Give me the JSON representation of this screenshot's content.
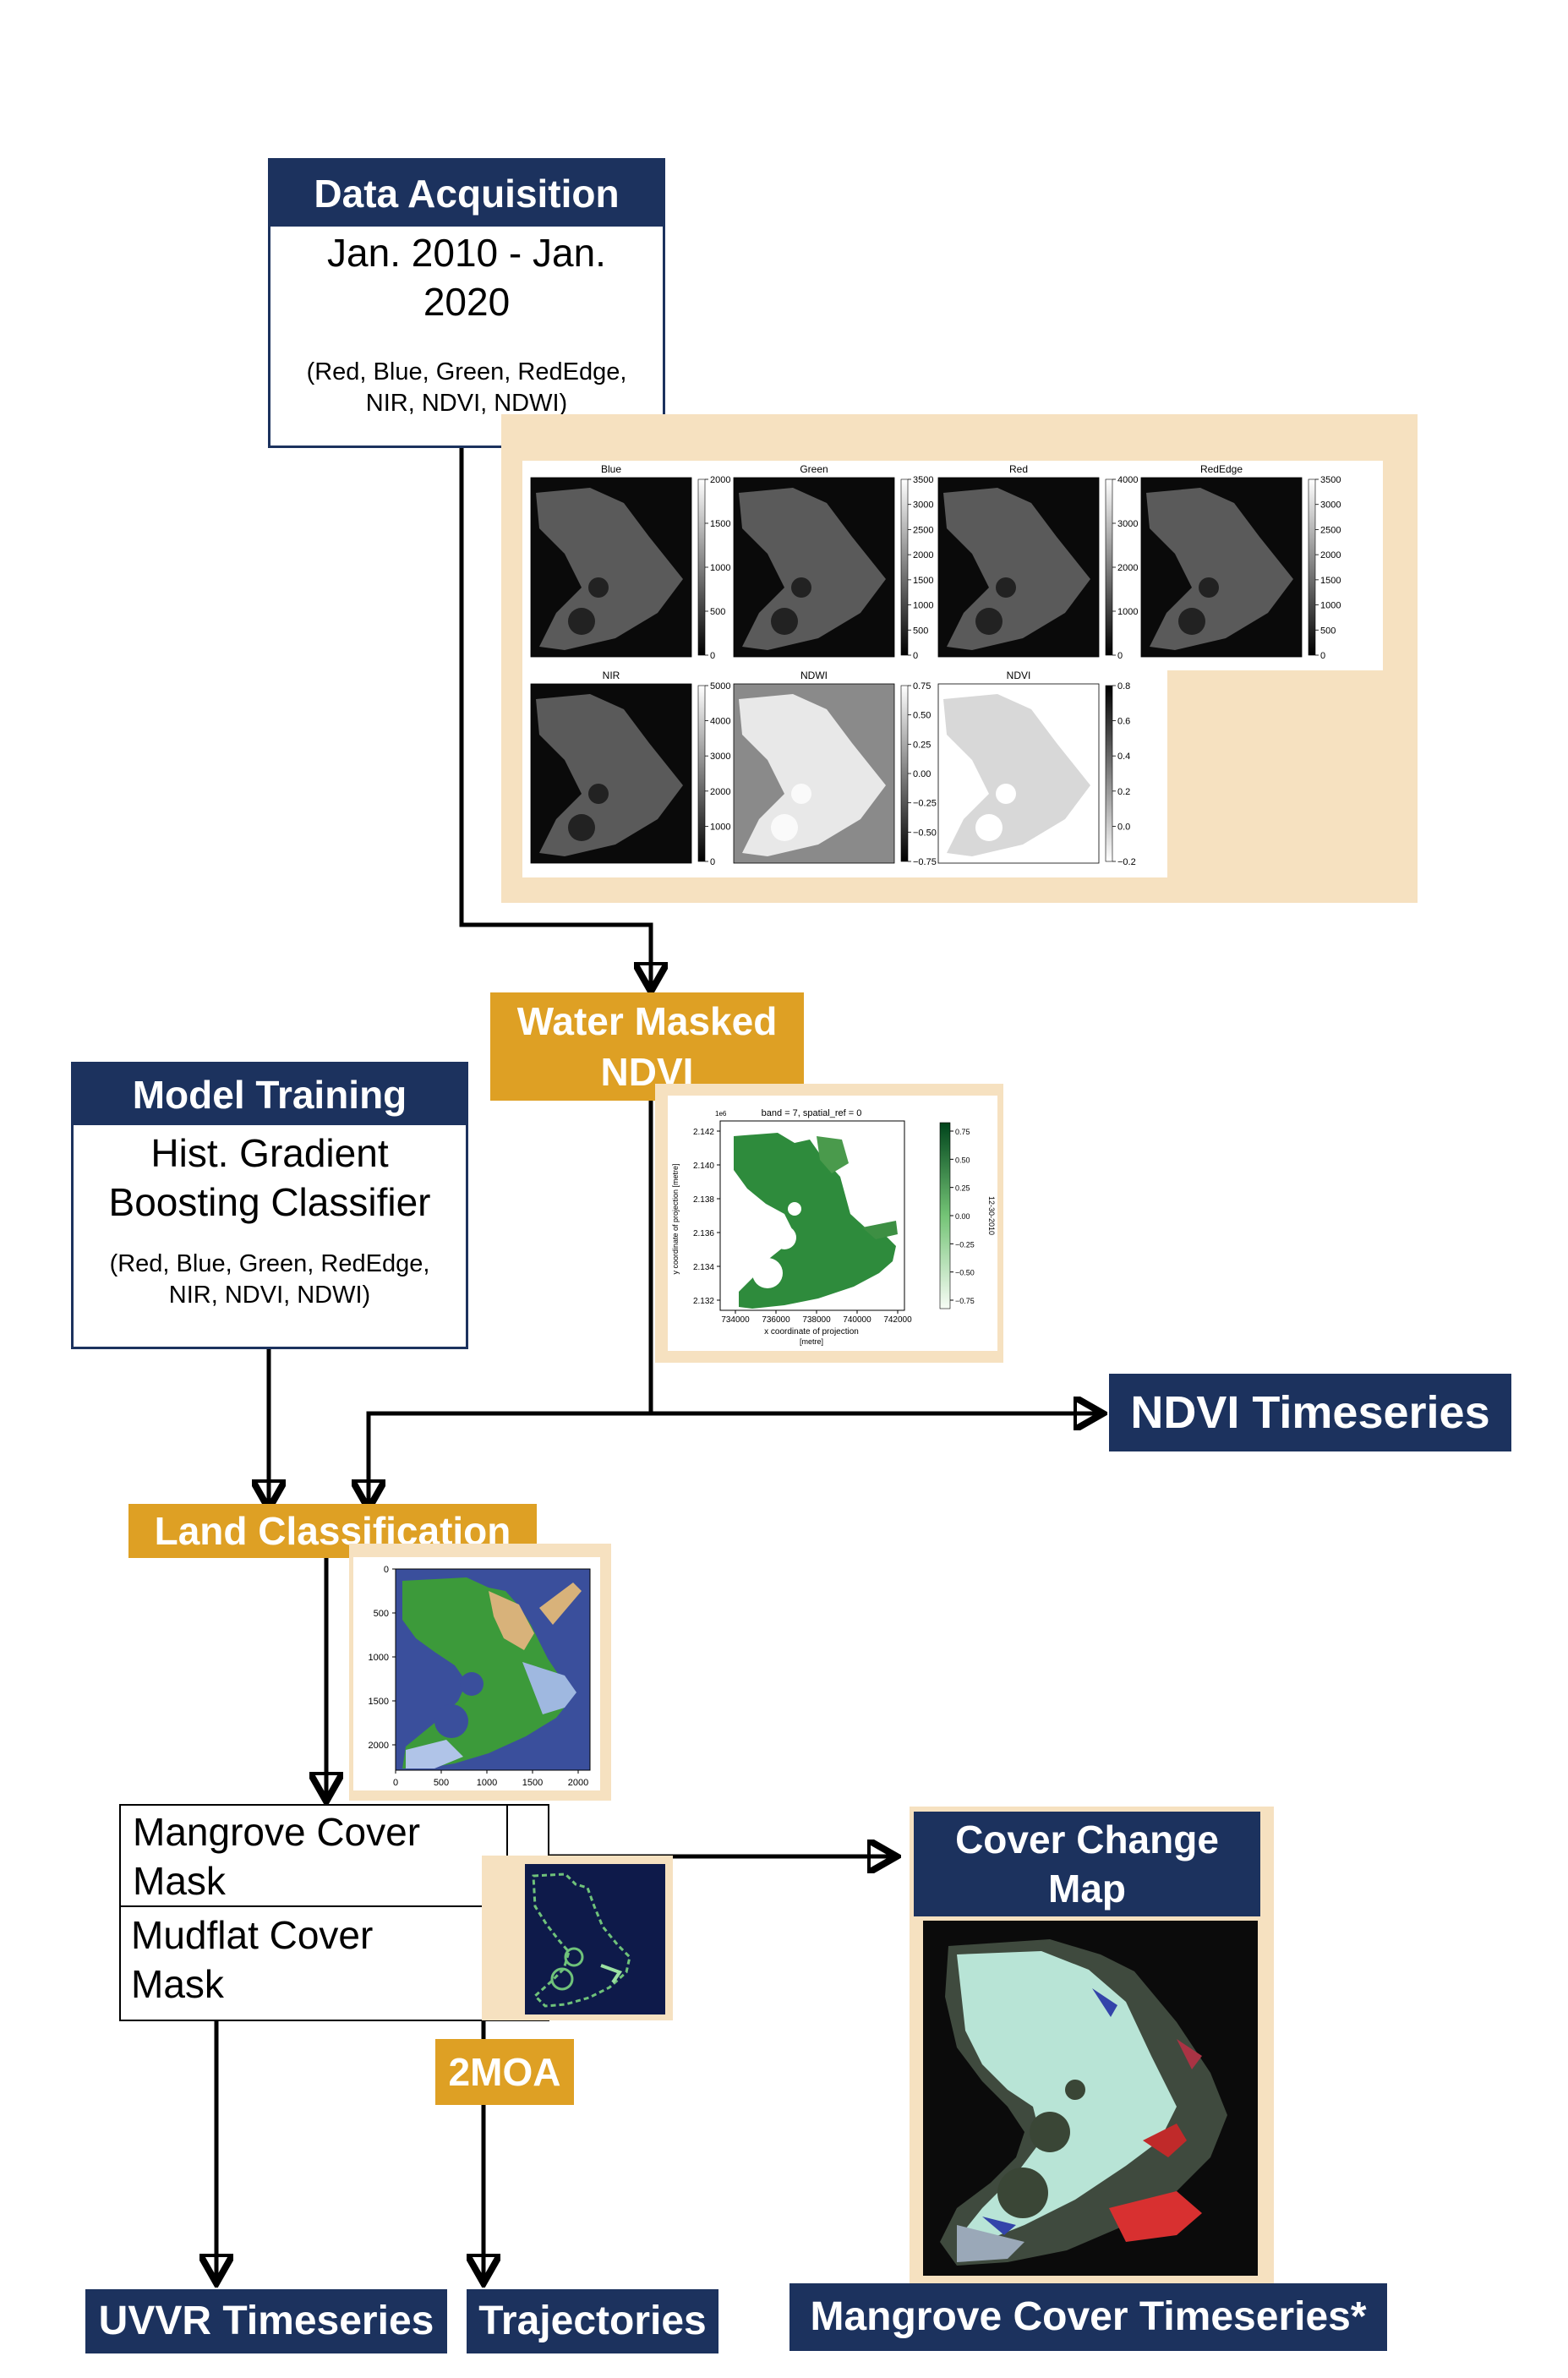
{
  "colors": {
    "navy": "#1c325e",
    "gold": "#dea024",
    "beige": "#f6e1c0"
  },
  "data_acquisition": {
    "header": "Data Acquisition",
    "line1": "Jan. 2010 - Jan.",
    "line2": "2020",
    "bands1": "(Red, Blue, Green, RedEdge,",
    "bands2": "NIR, NDVI, NDWI)"
  },
  "band_panels": [
    {
      "title": "Blue",
      "ticks": [
        "2000",
        "1500",
        "1000",
        "500",
        "0"
      ]
    },
    {
      "title": "Green",
      "ticks": [
        "3500",
        "3000",
        "2500",
        "2000",
        "1500",
        "1000",
        "500",
        "0"
      ]
    },
    {
      "title": "Red",
      "ticks": [
        "4000",
        "3000",
        "2000",
        "1000",
        "0"
      ]
    },
    {
      "title": "RedEdge",
      "ticks": [
        "3500",
        "3000",
        "2500",
        "2000",
        "1500",
        "1000",
        "500",
        "0"
      ]
    },
    {
      "title": "NIR",
      "ticks": [
        "5000",
        "4000",
        "3000",
        "2000",
        "1000",
        "0"
      ]
    },
    {
      "title": "NDWI",
      "ticks": [
        "0.75",
        "0.50",
        "0.25",
        "0.00",
        "−0.25",
        "−0.50",
        "−0.75"
      ]
    },
    {
      "title": "NDVI",
      "ticks": [
        "0.8",
        "0.6",
        "0.4",
        "0.2",
        "0.0",
        "−0.2"
      ]
    }
  ],
  "water_masked": {
    "line1": "Water Masked",
    "line2": "NDVI"
  },
  "ndvi_plot": {
    "title": "band = 7, spatial_ref = 0",
    "offset": "1e6",
    "yticks": [
      "2.142",
      "2.140",
      "2.138",
      "2.136",
      "2.134",
      "2.132"
    ],
    "xticks": [
      "734000",
      "736000",
      "738000",
      "740000",
      "742000"
    ],
    "xlabel1": "x coordinate of projection",
    "xlabel2": "[metre]",
    "ylabel": "y coordinate of projection [metre]",
    "cticks": [
      "0.75",
      "0.50",
      "0.25",
      "0.00",
      "−0.25",
      "−0.50",
      "−0.75"
    ],
    "clabel": "12-30-2010"
  },
  "model_training": {
    "header": "Model Training",
    "line1": "Hist. Gradient",
    "line2": "Boosting Classifier",
    "bands1": "(Red, Blue, Green, RedEdge,",
    "bands2": "NIR, NDVI, NDWI)"
  },
  "ndvi_timeseries": "NDVI Timeseries",
  "land_classification": "Land Classification",
  "class_plot": {
    "yticks": [
      "0",
      "500",
      "1000",
      "1500",
      "2000"
    ],
    "xticks": [
      "0",
      "500",
      "1000",
      "1500",
      "2000"
    ]
  },
  "mangrove_mask": {
    "line1": "Mangrove Cover",
    "line2": "Mask"
  },
  "mudflat_mask": {
    "line1": "Mudflat Cover",
    "line2": "Mask"
  },
  "cover_change": {
    "line1": "Cover Change",
    "line2": "Map"
  },
  "twomoa": "2MOA",
  "uvvr": "UVVR Timeseries",
  "trajectories": "Trajectories",
  "mangrove_timeseries": "Mangrove Cover Timeseries*"
}
